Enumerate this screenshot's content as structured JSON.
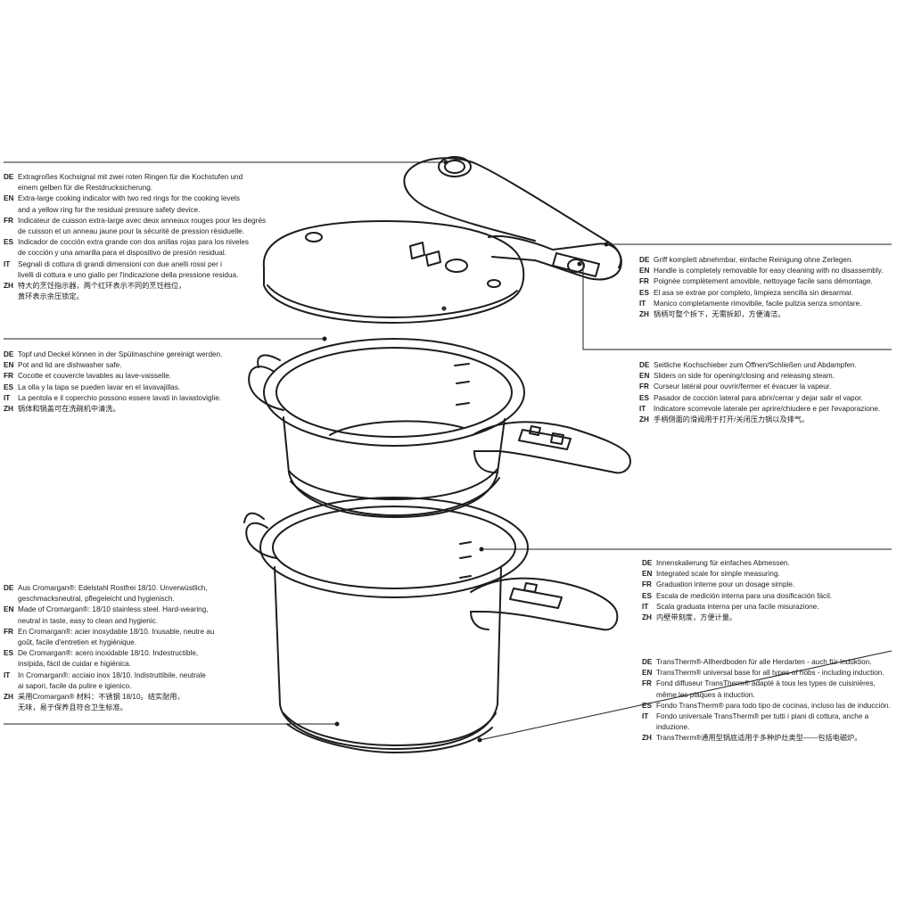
{
  "callouts": [
    {
      "id": "cooking-indicator",
      "lines": [
        {
          "code": "DE",
          "text": "Extragroßes Kochsignal mit zwei roten Ringen für die Kochstufen und\neinem gelben für die Restdrucksicherung."
        },
        {
          "code": "EN",
          "text": "Extra-large cooking indicator with two red rings for the cooking levels\nand a yellow ring for the residual pressure safety device."
        },
        {
          "code": "FR",
          "text": "Indicateur de cuisson extra-large avec deux anneaux rouges pour les degrés\nde cuisson et un anneau jaune pour la sécurité de pression résiduelle."
        },
        {
          "code": "ES",
          "text": "Indicador de cocción extra grande con dos anillas rojas para los niveles\nde cocción y una amarilla para el dispositivo de presión residual."
        },
        {
          "code": "IT",
          "text": "Segnali di cottura di grandi dimensioni con due anelli rossi per i\nlivelli di cottura e uno giallo per l'indicazione della pressione residua."
        },
        {
          "code": "ZH",
          "text": "特大的烹饪指示器，两个红环表示不同的烹饪档位，\n黄环表示余压锁定。"
        }
      ]
    },
    {
      "id": "handle",
      "lines": [
        {
          "code": "DE",
          "text": "Griff komplett abnehmbar, einfache Reinigung ohne Zerlegen."
        },
        {
          "code": "EN",
          "text": "Handle is completely removable for easy cleaning with no disassembly."
        },
        {
          "code": "FR",
          "text": "Poignée complètement amovible, nettoyage facile sans démontage."
        },
        {
          "code": "ES",
          "text": "El asa se extrae por completo, limpieza sencilla sin desarmar."
        },
        {
          "code": "IT",
          "text": "Manico completamente rimovibile, facile pulizia senza smontare."
        },
        {
          "code": "ZH",
          "text": "锅柄可整个拆下，无需拆卸，方便清洁。"
        }
      ]
    },
    {
      "id": "dishwasher",
      "lines": [
        {
          "code": "DE",
          "text": "Topf und Deckel können in der Spülmaschine gereinigt werden."
        },
        {
          "code": "EN",
          "text": "Pot and lid are dishwasher safe."
        },
        {
          "code": "FR",
          "text": "Cocotte et couvercle lavables au lave-vaisselle."
        },
        {
          "code": "ES",
          "text": "La olla y la tapa se pueden lavar en el lavavajillas."
        },
        {
          "code": "IT",
          "text": "La pentola e il coperchio possono essere lavati in lavastoviglie."
        },
        {
          "code": "ZH",
          "text": "锅体和锅盖可在洗碗机中清洗。"
        }
      ]
    },
    {
      "id": "slider",
      "lines": [
        {
          "code": "DE",
          "text": "Seitliche Kochschieber zum Öffnen/Schließen und Abdampfen."
        },
        {
          "code": "EN",
          "text": "Sliders on side for opening/closing and releasing steam."
        },
        {
          "code": "FR",
          "text": "Curseur latéral pour ouvrir/fermer et évacuer la vapeur."
        },
        {
          "code": "ES",
          "text": "Pasador de cocción lateral para abrir/cerrar y dejar salir el vapor."
        },
        {
          "code": "IT",
          "text": "Indicatore scorrevole laterale per aprire/chiudere e per l'evaporazione."
        },
        {
          "code": "ZH",
          "text": "手柄侧面的滑阀用于打开/关闭压力锅以及排气。"
        }
      ]
    },
    {
      "id": "cromargan",
      "lines": [
        {
          "code": "DE",
          "text": "Aus Cromargan®: Edelstahl Rostfrei 18/10. Unverwüstlich,\ngeschmacksneutral, pflegeleicht und hygienisch."
        },
        {
          "code": "EN",
          "text": "Made of Cromargan®: 18/10 stainless steel. Hard-wearing,\nneutral in taste, easy to clean and hygienic."
        },
        {
          "code": "FR",
          "text": "En Cromargan®: acier inoxydable 18/10. Inusable, neutre au\ngoût, facile d'entretien et hygiénique."
        },
        {
          "code": "ES",
          "text": "De Cromargan®: acero inoxidable 18/10. Indestructible,\ninsípida, fácil de cuidar e higiénica."
        },
        {
          "code": "IT",
          "text": "In Cromargan®: acciaio inox 18/10. Indistruttibile, neutrale\nai sapori, facile da pulire e igienico."
        },
        {
          "code": "ZH",
          "text": "采用Cromargan® 材料：不锈钢 18/10。结实耐用，\n无味，易于保养且符合卫生标准。"
        }
      ]
    },
    {
      "id": "scale",
      "lines": [
        {
          "code": "DE",
          "text": "Innenskalierung für einfaches Abmessen."
        },
        {
          "code": "EN",
          "text": "Integrated scale for simple measuring."
        },
        {
          "code": "FR",
          "text": "Graduation interne pour un dosage simple."
        },
        {
          "code": "ES",
          "text": "Escala de medición interna para una dosificación fácil."
        },
        {
          "code": "IT",
          "text": "Scala graduata interna per una facile misurazione."
        },
        {
          "code": "ZH",
          "text": "内壁带刻度，方便计量。"
        }
      ]
    },
    {
      "id": "transtherm",
      "lines": [
        {
          "code": "DE",
          "text": "TransTherm®-Allherdboden für alle Herdarten - auch für Induktion."
        },
        {
          "code": "EN",
          "text": "TransTherm® universal base for all types of hobs - including induction."
        },
        {
          "code": "FR",
          "text": "Fond diffuseur TransTherm® adapté à tous les types de cuisinières,\nmême les plaques à induction."
        },
        {
          "code": "ES",
          "text": "Fondo TransTherm® para todo tipo de cocinas, incluso las de inducción."
        },
        {
          "code": "IT",
          "text": "Fondo universale TransTherm® per tutti i piani di cottura, anche a\ninduzione."
        },
        {
          "code": "ZH",
          "text": "TransTherm®通用型锅底适用于多种炉灶类型——包括电磁炉。"
        }
      ]
    }
  ],
  "colors": {
    "line": "#1d1d1b",
    "background": "#ffffff"
  }
}
